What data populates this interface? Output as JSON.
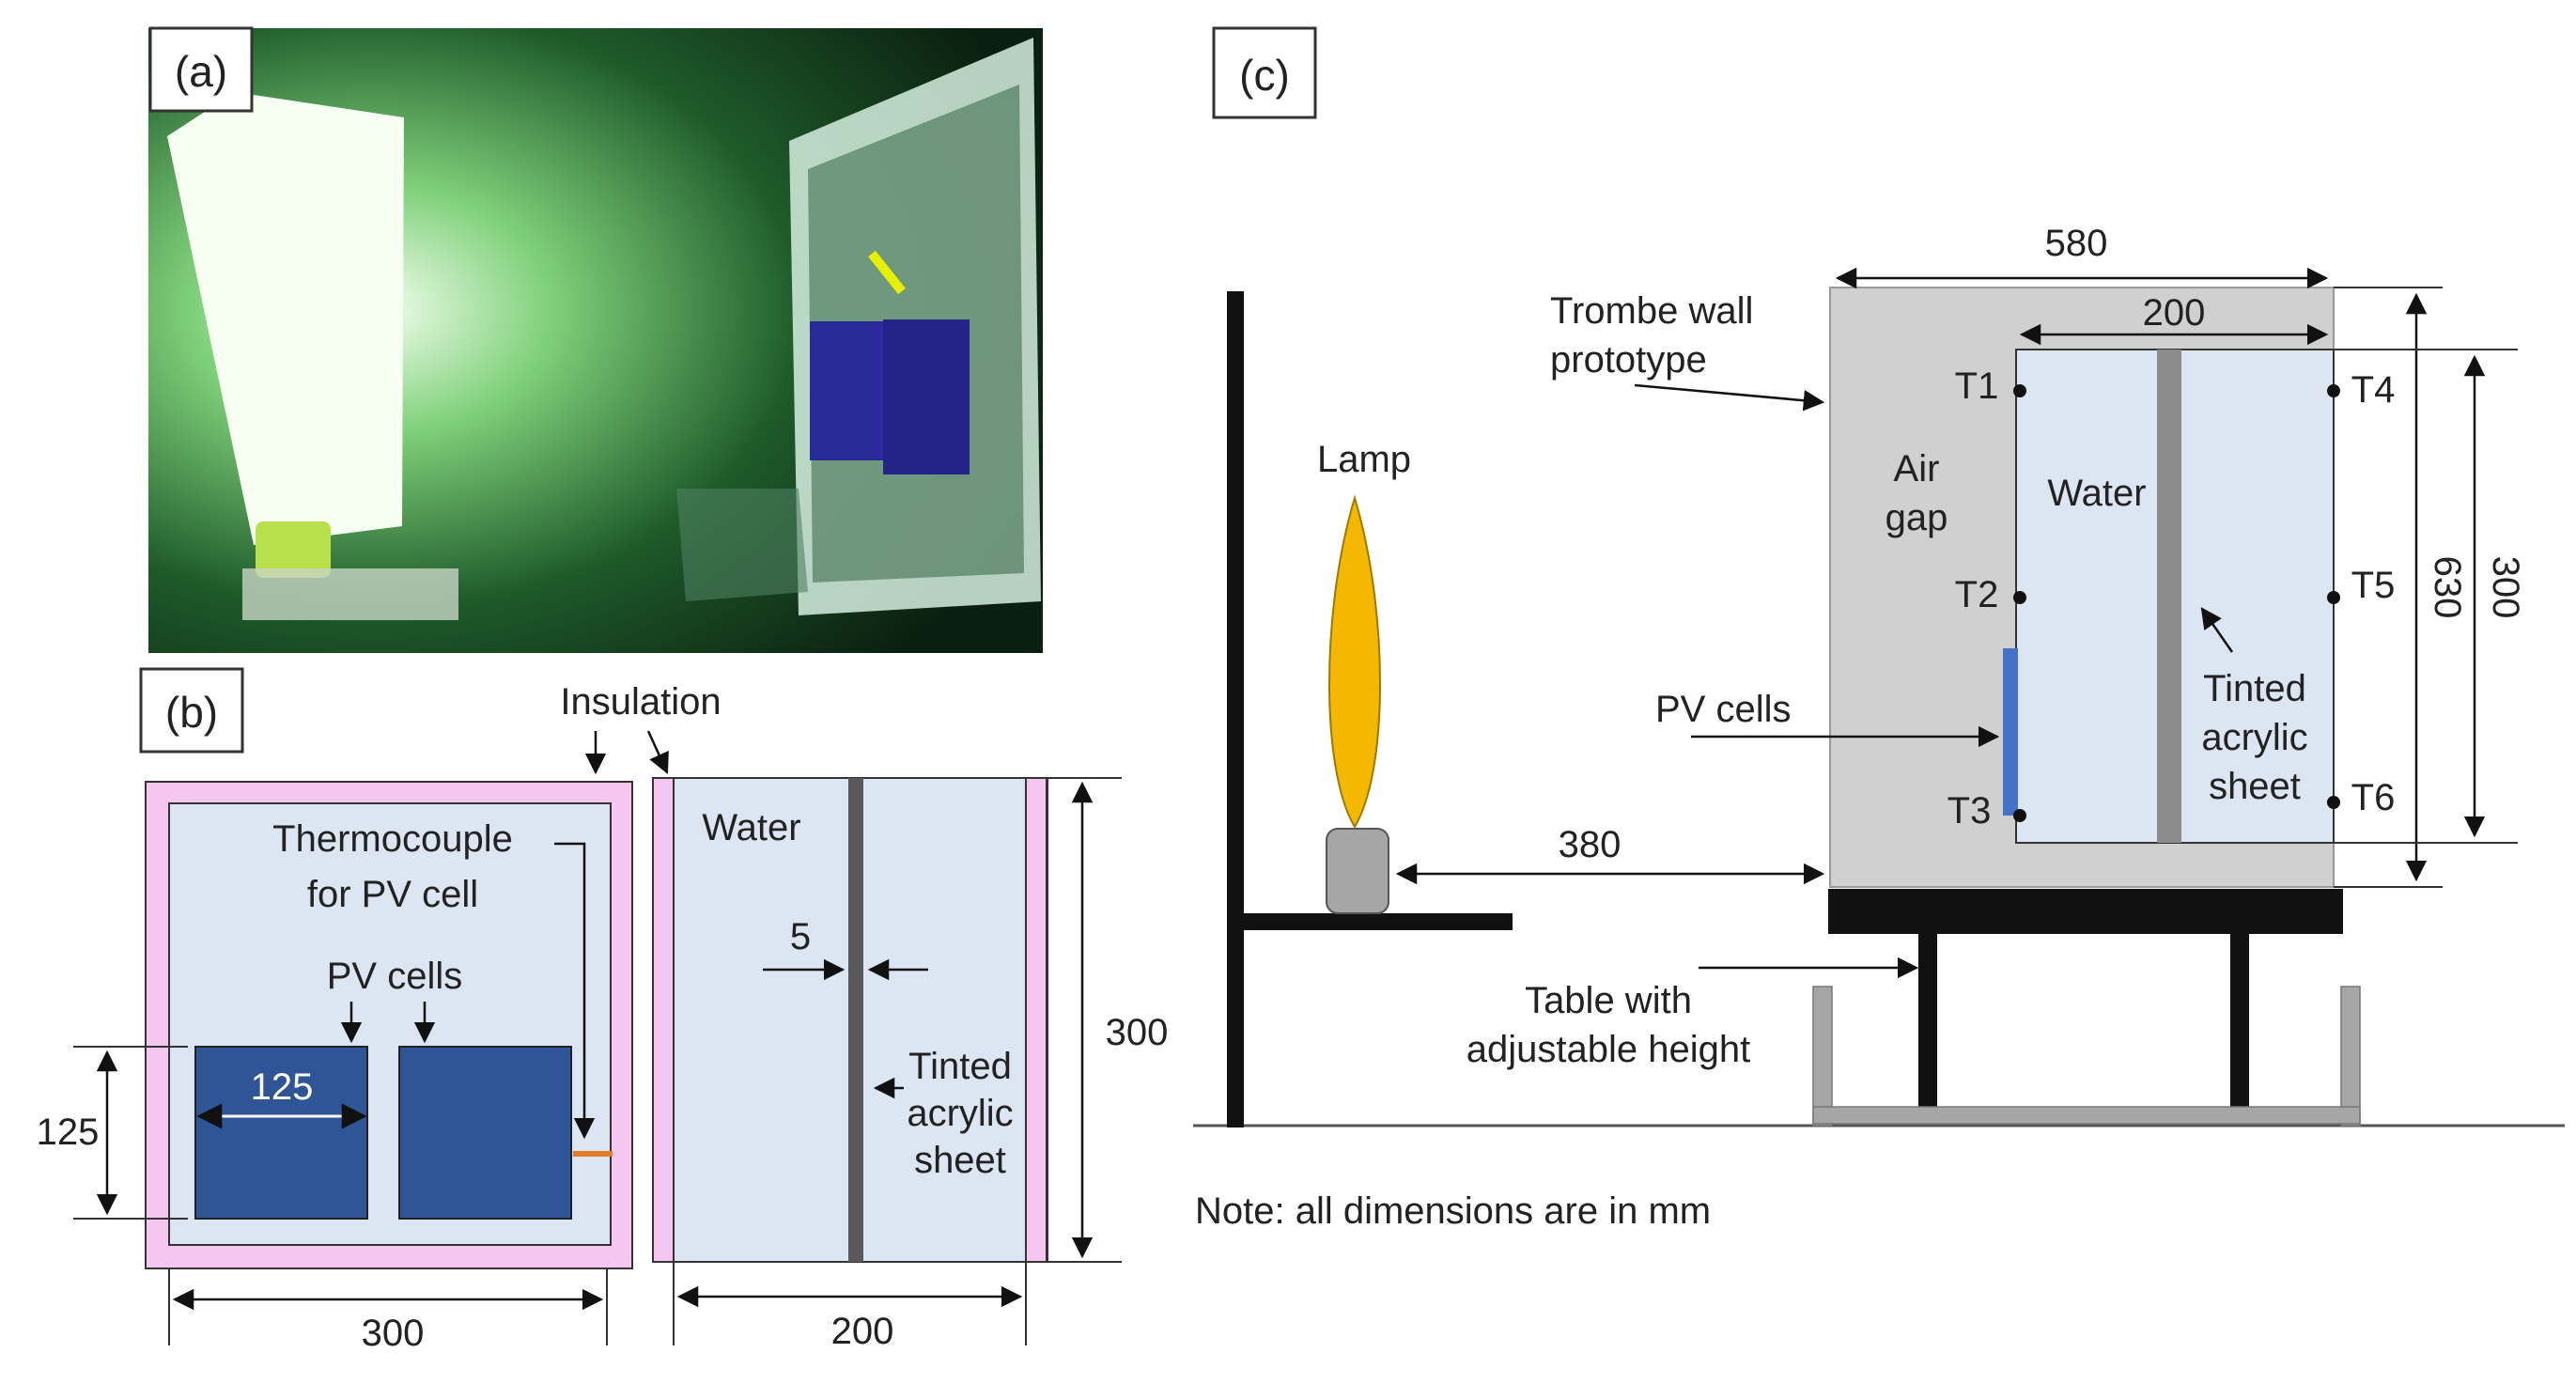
{
  "panels": {
    "a": {
      "tag": "(a)"
    },
    "b": {
      "tag": "(b)",
      "insulation": "Insulation",
      "thermocouple_line1": "Thermocouple",
      "thermocouple_line2": "for PV cell",
      "pv_cells": "PV cells",
      "water": "Water",
      "tinted_line1": "Tinted",
      "tinted_line2": "acrylic",
      "tinted_line3": "sheet",
      "dim_cell_width": "125",
      "dim_cell_height": "125",
      "dim_front_width": "300",
      "dim_side_width": "200",
      "dim_height": "300",
      "dim_sheet": "5"
    },
    "c": {
      "tag": "(c)",
      "trombe_line1": "Trombe wall",
      "trombe_line2": "prototype",
      "lamp": "Lamp",
      "air_line1": "Air",
      "air_line2": "gap",
      "water": "Water",
      "pv_cells": "PV cells",
      "tinted_line1": "Tinted",
      "tinted_line2": "acrylic",
      "tinted_line3": "sheet",
      "table_line1": "Table with",
      "table_line2": "adjustable height",
      "dim_total_width": "580",
      "dim_tank_width": "200",
      "dim_total_height": "630",
      "dim_tank_height": "300",
      "dim_lamp_distance": "380",
      "sensors": [
        "T1",
        "T2",
        "T3",
        "T4",
        "T5",
        "T6"
      ],
      "note": "Note: all dimensions are in mm"
    }
  },
  "colors": {
    "insulation": "#f4c6f0",
    "water": "#dce6f2",
    "pv_cell": "#2f5597",
    "wall": "#d0d0d0",
    "lamp": "#f5b800",
    "sheet": "#7f7f7f"
  }
}
